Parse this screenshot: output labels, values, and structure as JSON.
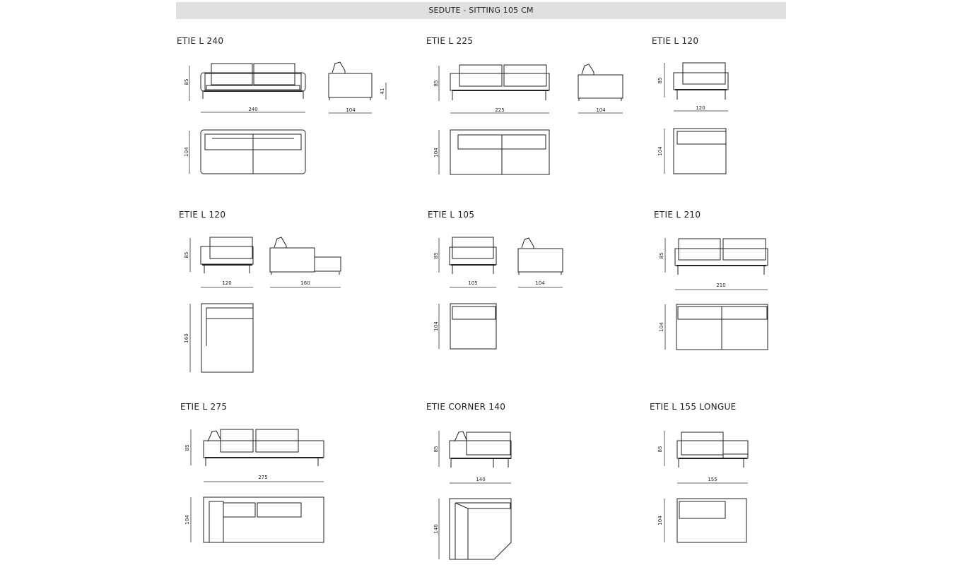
{
  "header": {
    "title": "SEDUTE - SITTING 105 CM"
  },
  "modules": [
    {
      "title": "ETIE L 240"
    },
    {
      "title": "ETIE L 225"
    },
    {
      "title": "ETIE L 120"
    },
    {
      "title": "ETIE L 120"
    },
    {
      "title": "ETIE L 105"
    },
    {
      "title": "ETIE L 210"
    },
    {
      "title": "ETIE L 275"
    },
    {
      "title": "ETIE CORNER 140"
    },
    {
      "title": "ETIE L 155 LONGUE"
    }
  ],
  "dims": {
    "d240": "240",
    "d225": "225",
    "d120": "120",
    "d160": "160",
    "d105": "105",
    "d210": "210",
    "d275": "275",
    "d140": "140",
    "d155": "155",
    "d104": "104",
    "d85": "85",
    "d41": "41"
  }
}
